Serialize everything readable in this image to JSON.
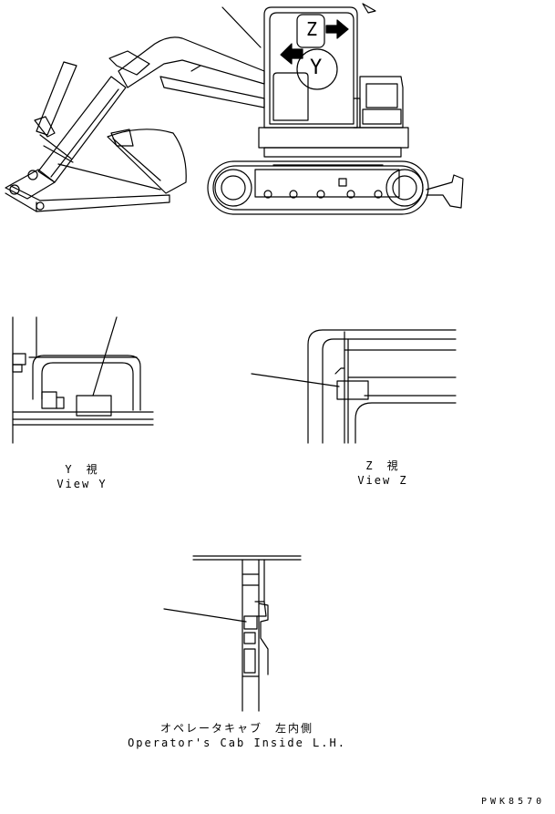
{
  "machine_view": {
    "view_markers": {
      "y": "Y",
      "z": "Z"
    }
  },
  "view_y": {
    "caption_jp": "Y　視",
    "caption_en": "View Y"
  },
  "view_z": {
    "caption_jp": "Z　視",
    "caption_en": "View Z"
  },
  "cab_view": {
    "caption_jp": "オペレータキャブ　左内側",
    "caption_en": "Operator's Cab Inside L.H."
  },
  "drawing_code": "PWK8570"
}
